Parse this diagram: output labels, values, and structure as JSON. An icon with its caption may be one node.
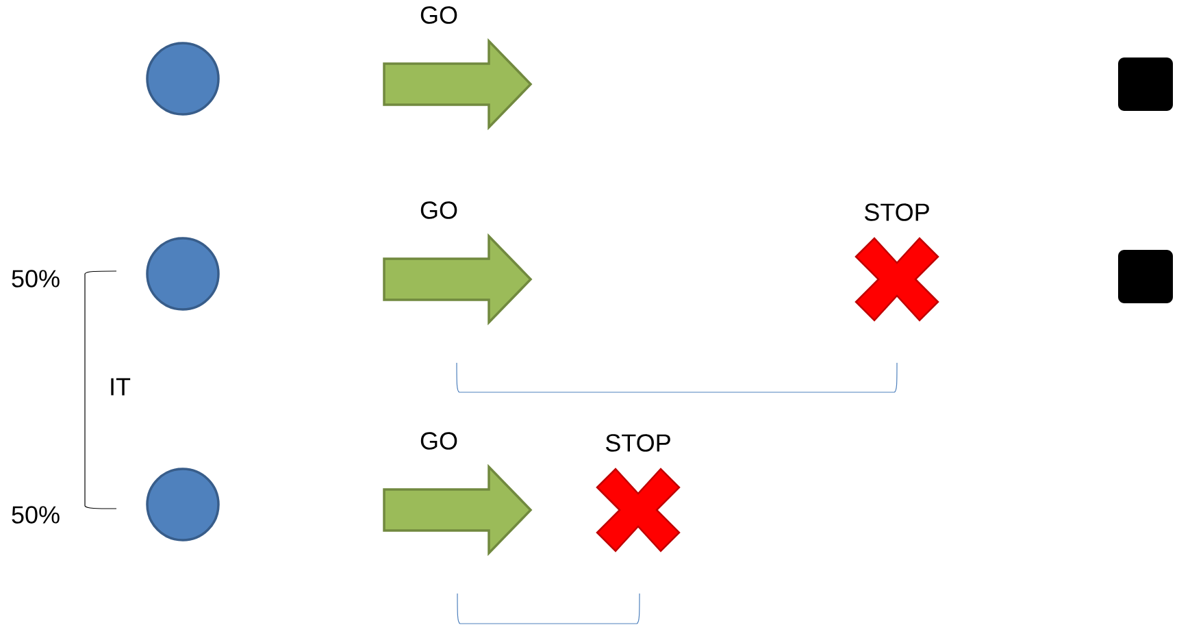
{
  "diagram": {
    "nodes": [
      {
        "text": [],
        "shape": "circle"
      },
      {
        "text": [
          "GO"
        ]
      },
      {
        "text": [],
        "shape": "box"
      },
      {
        "text": [],
        "shape": "circle"
      },
      {
        "text": [
          "GO"
        ]
      },
      {
        "text": [
          "STOP"
        ]
      },
      {
        "text": [],
        "shape": "box"
      },
      {
        "text": [],
        "shape": "circle"
      },
      {
        "text": [
          "GO"
        ]
      },
      {
        "text": [
          "STOP"
        ]
      }
    ],
    "labels": [
      "50%",
      "IT",
      "50%"
    ]
  }
}
